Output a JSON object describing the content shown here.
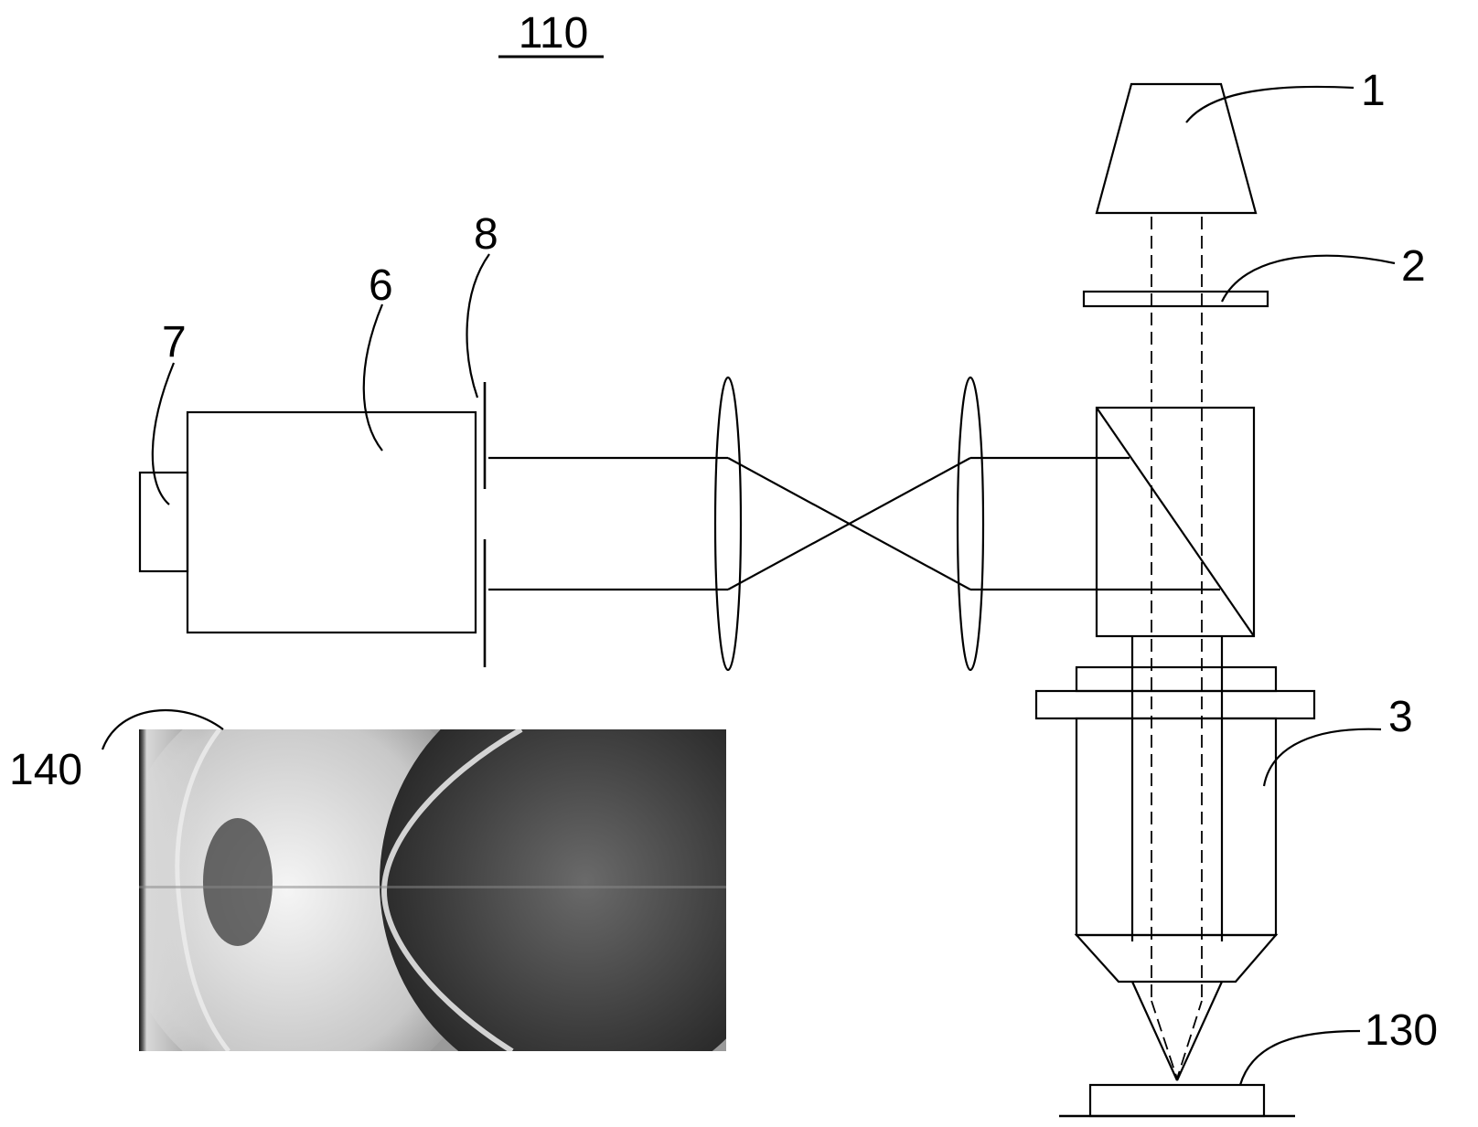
{
  "figure": {
    "title": "110",
    "labels": {
      "light_source": "1",
      "filter": "2",
      "objective": "3",
      "camera_body": "6",
      "camera_connector": "7",
      "aperture": "8",
      "sample": "130",
      "interference_image": "140"
    }
  }
}
